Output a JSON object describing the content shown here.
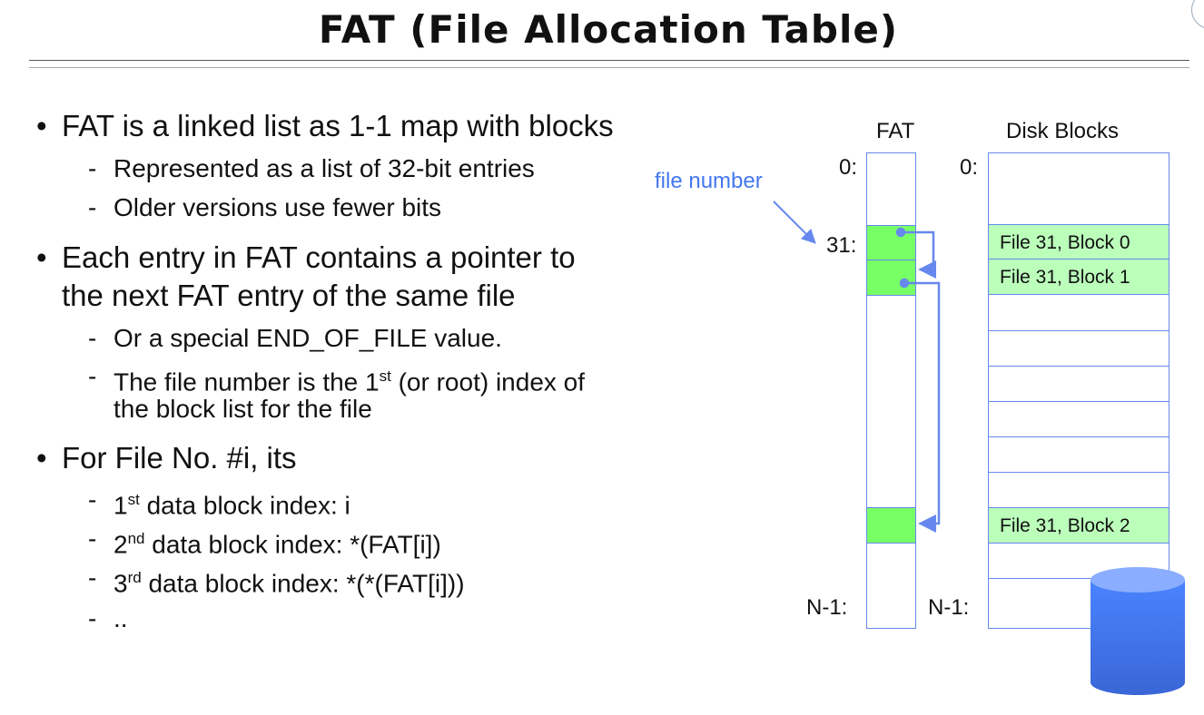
{
  "title": "FAT (File Allocation Table)",
  "bullets": [
    {
      "text": "FAT is a linked list as 1-1 map with blocks",
      "subs": [
        "Represented as a list of 32-bit entries",
        "Older versions use fewer bits"
      ]
    },
    {
      "text_line1": "Each entry in FAT contains a pointer to",
      "text_line2": "the next FAT entry of the same file",
      "subs": [
        "Or a special END_OF_FILE value."
      ],
      "sub2_pre": "The file number is the 1",
      "sub2_sup": "st",
      "sub2_post": " (or root) index of",
      "sub2_line2": "the block list for the file"
    },
    {
      "text": "For File No. #i, its",
      "subs": [
        {
          "pre": "1",
          "sup": "st",
          "post": " data block index: i"
        },
        {
          "pre": "2",
          "sup": "nd",
          "post": " data block index: *(FAT[i])"
        },
        {
          "pre": "3",
          "sup": "rd",
          "post": " data block index:  *(*(FAT[i]))"
        },
        {
          "pre": "..",
          "sup": "",
          "post": ""
        }
      ]
    }
  ],
  "diagram": {
    "fat_header": "FAT",
    "disk_header": "Disk Blocks",
    "file_number_label": "file number",
    "index_0": "0:",
    "index_31": "31:",
    "index_last": "N-1:",
    "blocks": [
      "File 31, Block 0",
      "File 31, Block 1",
      "File 31, Block 2"
    ],
    "colors": {
      "line": "#6688ee",
      "fat_used": "#77ff66",
      "block_used": "#bbffbb",
      "disk": "#4a7ff0"
    }
  }
}
